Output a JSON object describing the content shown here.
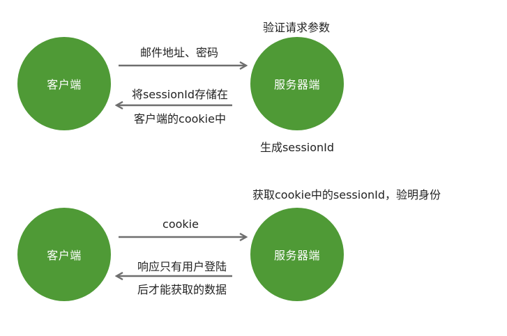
{
  "colors": {
    "node_fill": "#4f9a36",
    "node_text": "#ffffff",
    "arrow": "#6e6e6e",
    "text": "#222222",
    "background": "#ffffff"
  },
  "diagram1": {
    "client_label": "客户端",
    "server_label": "服务器端",
    "server_note_top": "验证请求参数",
    "server_note_bottom": "生成sessionId",
    "request_label": "邮件地址、密码",
    "response_line1": "将sessionId存储在",
    "response_line2": "客户端的cookie中"
  },
  "diagram2": {
    "client_label": "客户端",
    "server_label": "服务器端",
    "server_note_top": "获取cookie中的sessionId，验明身份",
    "request_label": "cookie",
    "response_line1": "响应只有用户登陆",
    "response_line2": "后才能获取的数据"
  }
}
